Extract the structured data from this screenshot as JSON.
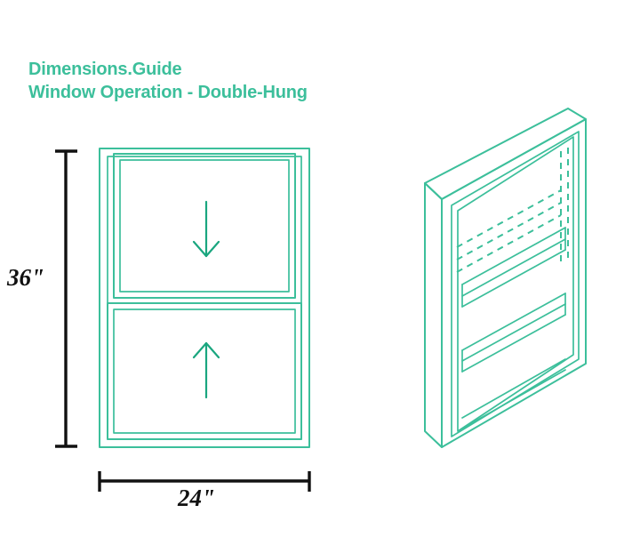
{
  "document": {
    "background_color": "#ffffff",
    "line_color": "#3cbf9b",
    "dimension_color": "#111111"
  },
  "title": {
    "brand": "Dimensions.Guide",
    "subject": "Window Operation - Double-Hung"
  },
  "dimensions": {
    "height_label": "36\"",
    "width_label": "24\"",
    "height_value": 36,
    "width_value": 24,
    "unit": "inch"
  },
  "elevation": {
    "name": "front-elevation",
    "upper_sash": {
      "label": "upper-sash",
      "motion": "down",
      "arrow_glyph": "↓"
    },
    "lower_sash": {
      "label": "lower-sash",
      "motion": "up",
      "arrow_glyph": "↑"
    }
  },
  "isometric": {
    "name": "isometric-view",
    "hidden_lines": "dashed",
    "description": "axonometric double-hung window frame with upper sash shown hidden"
  }
}
